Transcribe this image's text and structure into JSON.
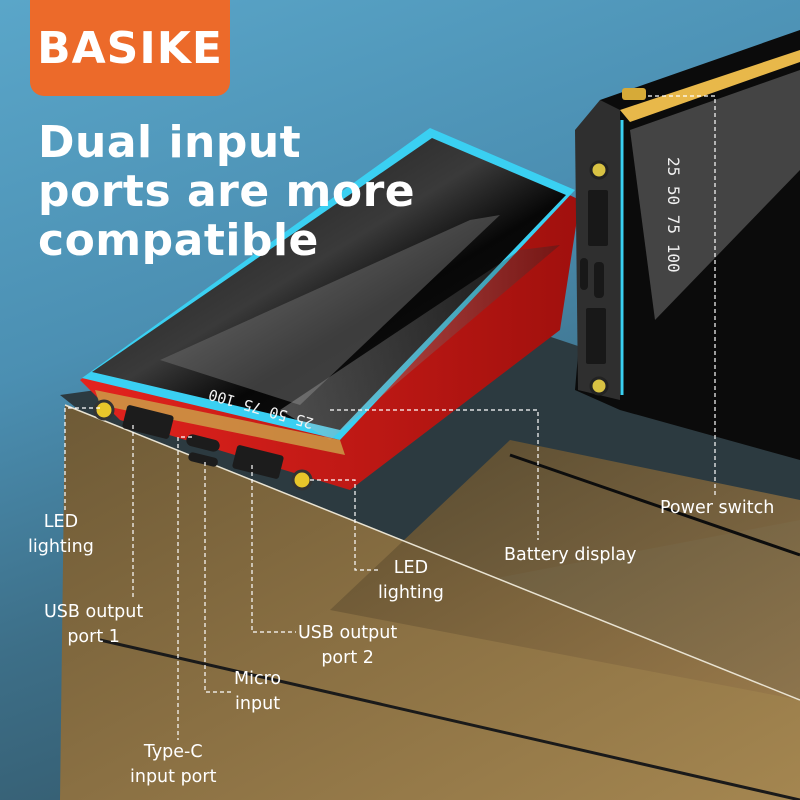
{
  "brand": {
    "name": "BASIKE",
    "color": "#ec6a2a"
  },
  "headline": {
    "lines": [
      "Dual input",
      "ports are more",
      "compatible"
    ]
  },
  "device": {
    "front_display_digits": "25 50 75 100",
    "side_display_digits": "25 50 75 100",
    "body_color": "#d4201c",
    "accent_color": "#3ad0f2"
  },
  "callouts": {
    "led_left": {
      "line1": "LED",
      "line2": "lighting"
    },
    "usb1": {
      "line1": "USB output",
      "line2": "port 1"
    },
    "type_c": {
      "line1": "Type-C",
      "line2": "input port"
    },
    "micro": {
      "line1": "Micro",
      "line2": "input"
    },
    "usb2": {
      "line1": "USB output",
      "line2": "port 2"
    },
    "led_right": {
      "line1": "LED",
      "line2": "lighting"
    },
    "battery": {
      "line1": "Battery display"
    },
    "power": {
      "line1": "Power switch"
    }
  }
}
